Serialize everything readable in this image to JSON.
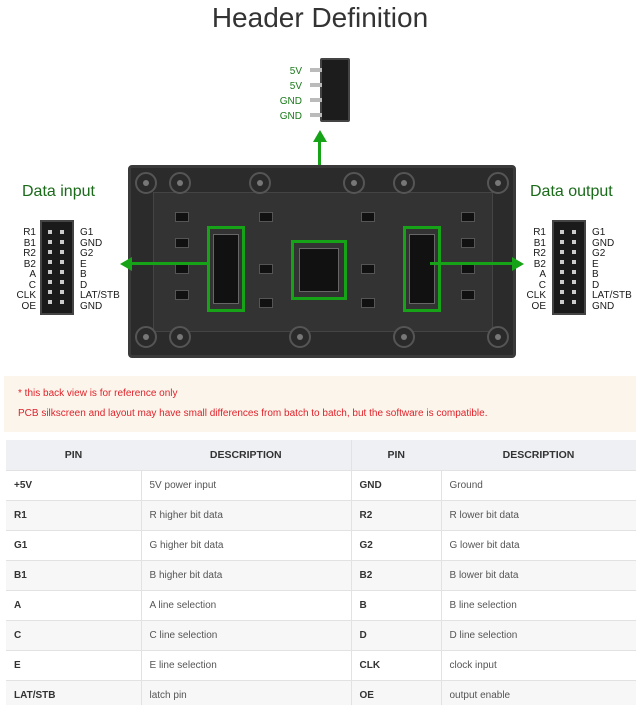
{
  "title": "Header Definition",
  "power_connector": {
    "pins": [
      "5V",
      "5V",
      "GND",
      "GND"
    ]
  },
  "data_input": {
    "title": "Data input",
    "left_pins": [
      "R1",
      "B1",
      "R2",
      "B2",
      "A",
      "C",
      "CLK",
      "OE"
    ],
    "right_pins": [
      "G1",
      "GND",
      "G2",
      "E",
      "B",
      "D",
      "LAT/STB",
      "GND"
    ]
  },
  "data_output": {
    "title": "Data output",
    "left_pins": [
      "R1",
      "B1",
      "R2",
      "B2",
      "A",
      "C",
      "CLK",
      "OE"
    ],
    "right_pins": [
      "G1",
      "GND",
      "G2",
      "E",
      "B",
      "D",
      "LAT/STB",
      "GND"
    ]
  },
  "note": {
    "line1": "* this back view is for reference only",
    "line2": "PCB silkscreen and layout may have small differences from batch to batch, but the software is compatible."
  },
  "table": {
    "headers": [
      "PIN",
      "DESCRIPTION",
      "PIN",
      "DESCRIPTION"
    ],
    "rows": [
      [
        "+5V",
        "5V power input",
        "GND",
        "Ground"
      ],
      [
        "R1",
        "R higher bit data",
        "R2",
        "R lower bit data"
      ],
      [
        "G1",
        "G higher bit data",
        "G2",
        "G lower bit data"
      ],
      [
        "B1",
        "B higher bit data",
        "B2",
        "B lower bit data"
      ],
      [
        "A",
        "A line selection",
        "B",
        "B line selection"
      ],
      [
        "C",
        "C line selection",
        "D",
        "D line selection"
      ],
      [
        "E",
        "E line selection",
        "CLK",
        "clock input"
      ],
      [
        "LAT/STB",
        "latch pin",
        "OE",
        "output enable"
      ]
    ]
  },
  "colors": {
    "accent_green": "#17a317",
    "note_red": "#e0222a"
  }
}
